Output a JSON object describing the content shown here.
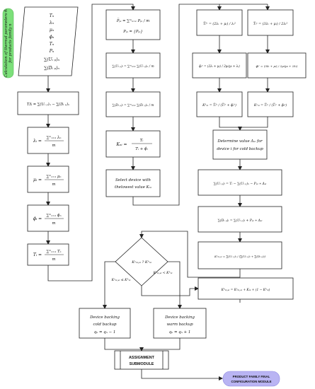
{
  "side_label": {
    "lines": [
      "Calculation of thermal  parameters  θᵢ",
      "for products family n"
    ]
  },
  "col1": {
    "input": [
      "Tₙ",
      "λₙ",
      "μₙ",
      "ϕₙ",
      "Tₙ",
      "Pₙ",
      "∑(Uᵢ ₚ)ₙ",
      "∑(Dᵢ ₚ)ₙ"
    ],
    "b1": "TΔ = ∑(Uᵢ ₚ)ₙ − ∑(Dᵢ ₚ)ₙ",
    "b2_lhs": "λᵢ =",
    "b2_num": "∑ᵐₙ₌₁ λₙ",
    "b2_den": "m",
    "b3_lhs": "μᵢ =",
    "b3_num": "∑ᵐₙ₌₁ μₙ",
    "b3_den": "m",
    "b4_lhs": "ϕᵢ =",
    "b4_num": "∑ᵐₙ₌₁ ϕₙ",
    "b4_den": "m",
    "b5_lhs": "Tᵢ =",
    "b5_num": "∑ᵐₙ₌₁ Tₙ",
    "b5_den": "m"
  },
  "col2": {
    "b1_a": "P̅ₚᵢ = ∑ᵐₙ₌₁ Pₚᵢ / m",
    "b1_b": "Pₚᵢ = {Pₚᵢ}",
    "b2": "∑(Uᵢ ₚ)ᵢ = ∑ᵐₙ₌₁ ∑(Uᵢ ₚ)ₙ / m",
    "b3": "∑(Dᵢ ₚ)ᵢ = ∑ᵐₙ₌₁ ∑(Dᵢ ₚ)ₙ / m",
    "b4_lhs": "Kₙᵢ =",
    "b4_num": "Tᵢ",
    "b4_den": "Tᵢ + ϕᵢ",
    "b5": [
      "Select device with",
      "thelowest value Kₙᵢ"
    ]
  },
  "col3": {
    "b1": "T̅ᵢʰ = (2λᵢ + μᵢ) / λᵢ²",
    "b2": "ϕ̅ᵢʰ = (2λᵢ + μᵢ) / 2μᵢ(μᵢ + λᵢ)",
    "b3": "Kʰₙᵢ = T̅ᵢʰ / (T̅ᵢʰ + ϕ̅ᵢʰ)"
  },
  "col4": {
    "b1": "T̅ᵢᶜ = (3λᵢ + μᵢ) / 2λᵢ²",
    "b2": "ϕ̅ᵢᶜ = (3λᵢ + μᵢ) / 2μᵢ(μᵢ + 2λᵢ)",
    "b3": "Kᶜₙᵢ = T̅ᵢᶜ / (T̅ᵢᶜ + ϕ̅ᵢᶜ)"
  },
  "col34": {
    "b1": [
      "Determine value Δₛᵢ for",
      "device i for cold backup"
    ],
    "b2": "∑(Uᵢ ₚ)ᵢ = Tᵢ − ∑(Uᵢ ₚ)ₙ − Pₚᵢ ∗ Δₛᵢ",
    "b3": "∑(Dᵢ ₚ)ᵢ = ∑(Uᵢ ₚ)ᵢ + Pₚᵢ ∗ Δₛᵢ",
    "b4": "Kᶜₙᵢ,ₛᵢ = ∑(Uᵢ ₚ)ᵢ / (∑(Uᵢ ₚ)ᵢ + ∑(Dᵢ ₚ)ᵢ)",
    "b5": "Kʰₙᵢ,ₛᵢ = Kᶜₙᵢ,ₛᵢ + Kₙᵢ + (1 − Kʰₙᵢ)"
  },
  "decision": {
    "center": "Kᶜₙᵢ,ₛᵢ ? Kʰₙᵢ",
    "left": "Kᶜₙᵢ,ₛᵢ ≤ Kʰₙᵢ",
    "right": "Kᶜₙᵢ,ₛᵢ < Kʰₙᵢ"
  },
  "cold": {
    "lines": [
      "Device backing",
      "cold backup"
    ],
    "eq": "qₙ = qₙ − 1"
  },
  "warm": {
    "lines": [
      "Device backing",
      "warm backup"
    ],
    "eq": "qₙ = qₙ + 1"
  },
  "assignment": {
    "lines": [
      "ASSIGNMENT",
      "SUBMODULE"
    ]
  },
  "final": {
    "lines": [
      "PRODUCT FAMILY FINAL",
      "CONFIGURATION MODULE"
    ]
  }
}
